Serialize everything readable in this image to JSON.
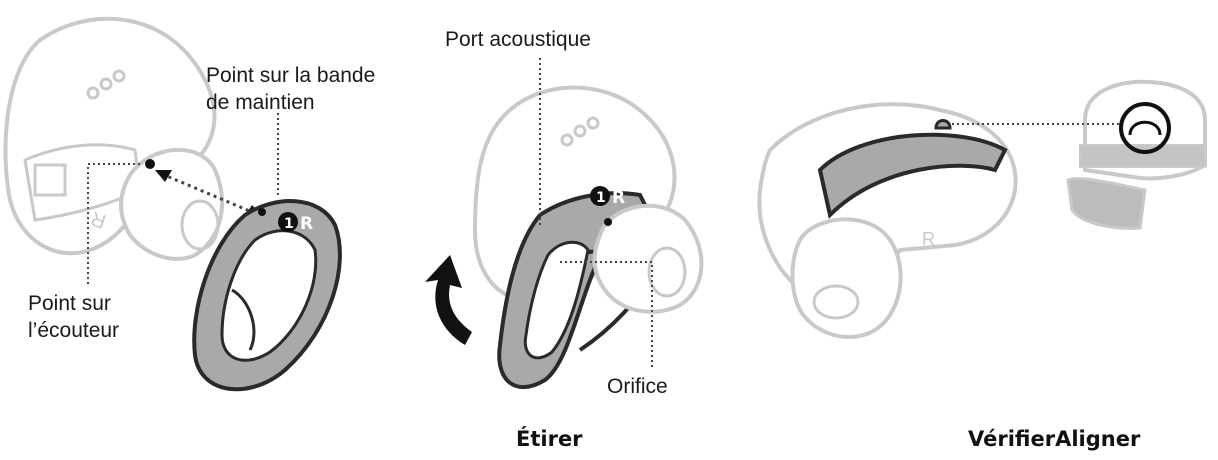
{
  "callouts": {
    "band_point_line1": "Point sur la bande",
    "band_point_line2": "de maintien",
    "earbud_point_line1": "Point sur",
    "earbud_point_line2": "l’écouteur",
    "acoustic_port": "Port acoustique",
    "orifice": "Orifice"
  },
  "markings": {
    "side_letter": "R",
    "band_badge_number": "1",
    "band_badge_letter": "R"
  },
  "steps": {
    "stretch": "Étirer",
    "verify_align": "VérifierAligner"
  },
  "colors": {
    "outline": "#c9c9c9",
    "body_fill": "#ffffff",
    "band_fill": "#a9a9a9",
    "band_outline": "#2a2a2a",
    "ink": "#111111",
    "leader": "#444444"
  }
}
